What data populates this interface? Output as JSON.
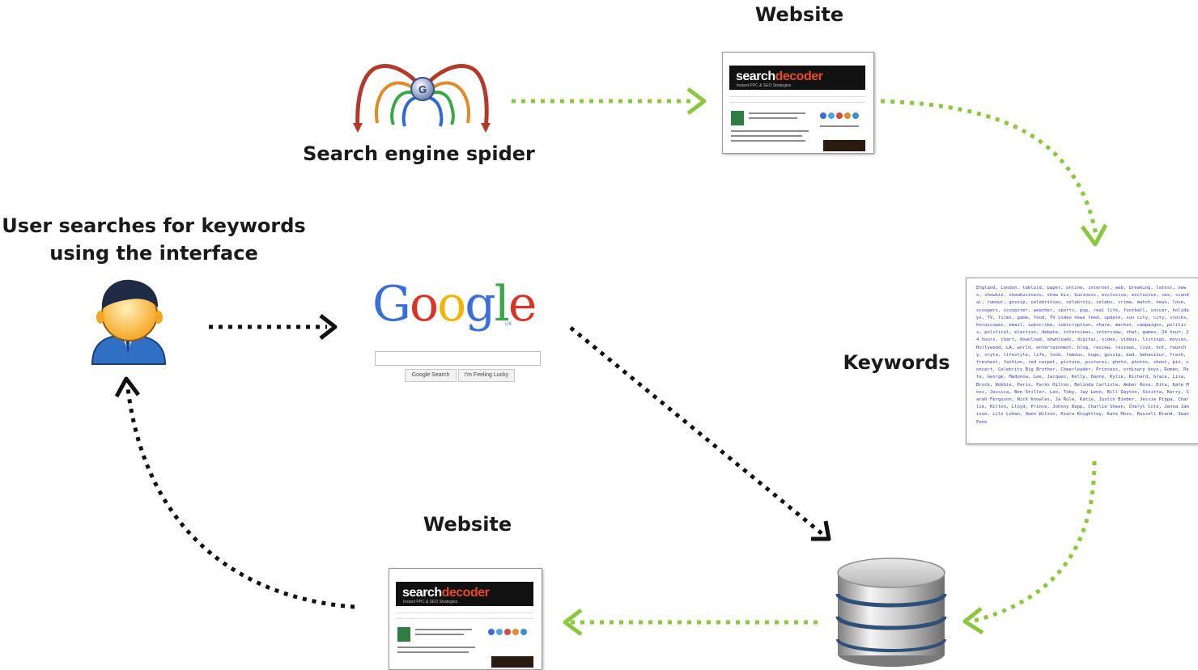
{
  "labels": {
    "website_top": "Website",
    "spider": "Search engine spider",
    "user": "User searches for keywords using the interface",
    "keywords": "Keywords",
    "website_bottom": "Website"
  },
  "google": {
    "logo_text": "Google",
    "region": "UK",
    "search_button": "Google Search",
    "lucky_button": "I'm Feeling Lucky"
  },
  "website_thumb": {
    "brand_left": "search",
    "brand_right": "decoder",
    "tagline": "Instant PPC & SEO Strategies"
  },
  "keywords_list": "England, London, tabloid, paper, online, internet, web, breaking, latest, news, showbiz, showbusiness, show biz, business, exclusive, exclusive, sex, scandal, rumour, gossip, celebrities, celebrity, celebs, crime, match, news, love, scoopers, scoopster, weather, sports, pop, real life, football, soccer, holidays, TV, films, game, food, TV video news feed, update, sun city, city, stocks, horoscopes, email, subscribe, subscription, share, market, campaigns, politics, political, election, debate, interviews, interview, chat, games, 24 hour, 24 hours, chart, download, downloads, digital, video, videos, listings, movies, Hollywood, LA, world, entertainment, blog, review, reviews, live, hot, raunchy, style, lifestyle, life, look, famous, huge, gossip, bad, behaviour, fresh, freshest, fashion, red carpet, picture, pictures, photo, photos, shoot, pin, concert, Celebrity Big Brother, Cheerleader, Princess, ordinary boys, Romeo, Pete, George, Madonna, Lee, Jacques, Kelly, Danny, Kylie, Richard, Grace, Lisa, Brock, Robbie, Paris, Parks Hilton, Belinda Carlisle, Amber Rose, Dita, Kate Moss, Jessica, Ben Stiller, Leo, Toby, Jay Leno, Bill Dayton, Sinitta, Kerry, Sarah Ferguson, Nick Knowles, Ja Rule, Katie, Justin Bieber, Jessie Pippa, Charlie, Hilton, Lloyd, Prince, Johnny Depp, Charlie Sheen, Cheryl Cole, Jenna Jamison, Lilo Lohan, Owen Wilson, Kiera Knightley, Kate Moss, Russell Brand, Sean Penn"
}
